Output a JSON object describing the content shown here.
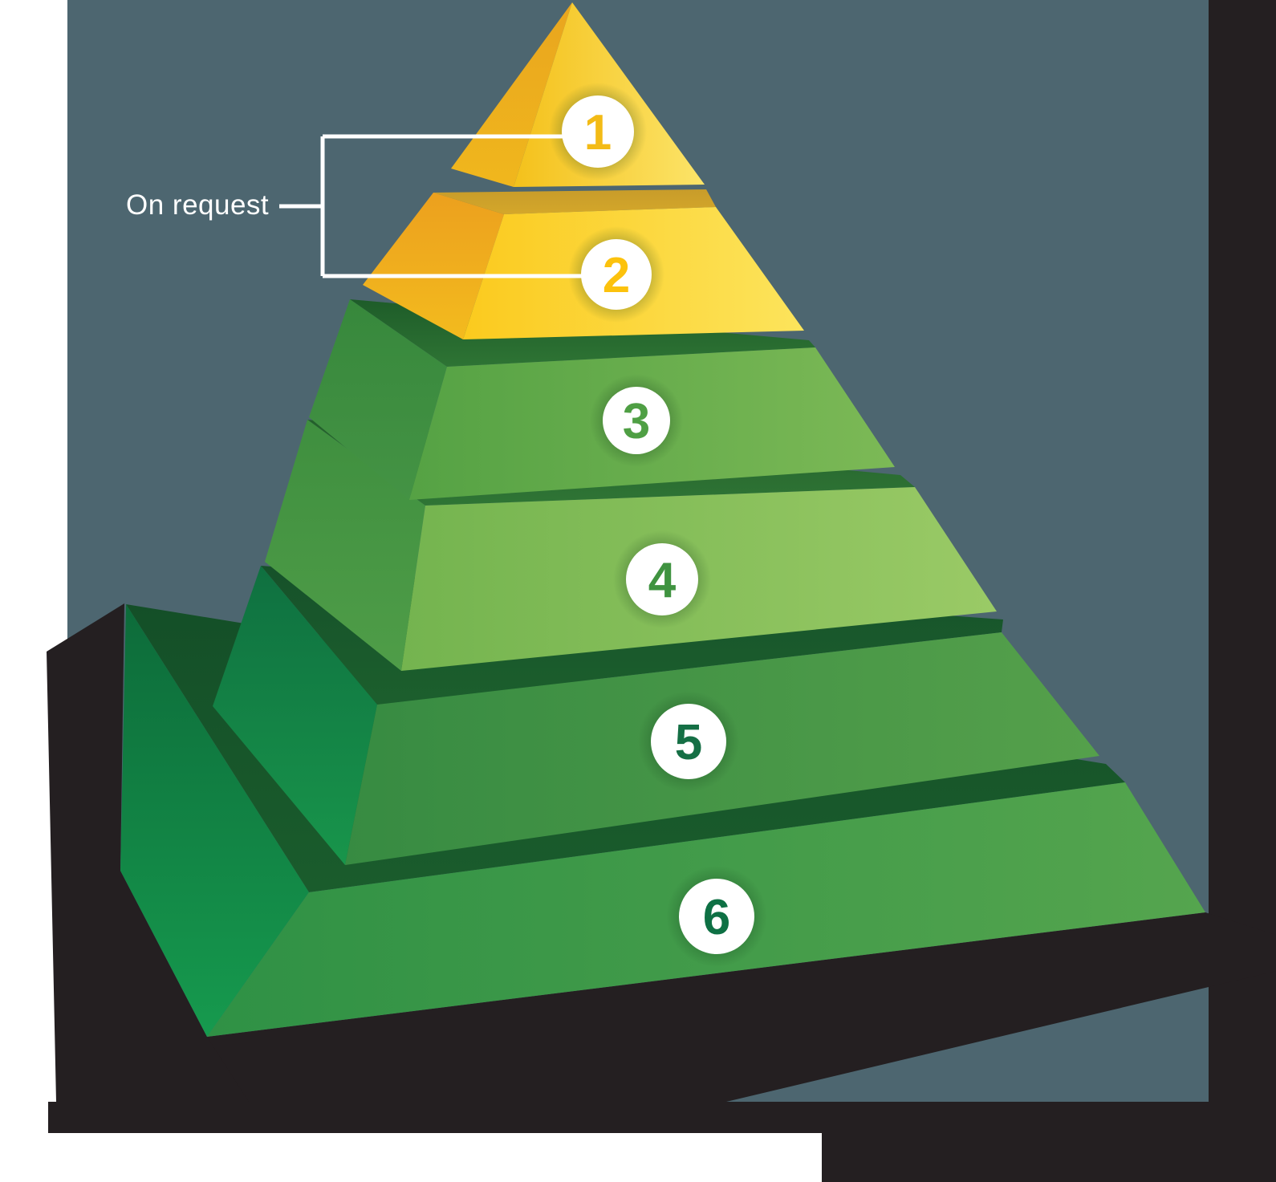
{
  "annotation": {
    "label": "On request",
    "text_color": "#ffffff",
    "line_color": "#ffffff",
    "targets": [
      "1",
      "2"
    ]
  },
  "background": {
    "page": "#ffffff",
    "panel": "#4d6670",
    "shadow": "#241f21",
    "badge_fill": "#ffffff"
  },
  "levels": [
    {
      "number": "1",
      "number_color": "#f3bb16",
      "front": [
        "#f4c11b",
        "#fce469"
      ],
      "left": [
        "#e9a51e",
        "#f0b71d"
      ],
      "band": null
    },
    {
      "number": "2",
      "number_color": "#fcc20d",
      "front": [
        "#fbca1e",
        "#fce45c"
      ],
      "left": [
        "#eca01e",
        "#f3bb1e"
      ],
      "band": [
        "#c89c2a",
        "#d4a72a"
      ]
    },
    {
      "number": "3",
      "number_color": "#4f9f44",
      "front": [
        "#55a244",
        "#7cb956"
      ],
      "left": [
        "#37883c",
        "#449344"
      ],
      "band": [
        "#1e5c29",
        "#2e7434"
      ]
    },
    {
      "number": "4",
      "number_color": "#3f9340",
      "front": [
        "#74b44f",
        "#9aca66"
      ],
      "left": [
        "#3f8f3f",
        "#4f9d48"
      ],
      "band": [
        "#235f2b",
        "#2f7535"
      ]
    },
    {
      "number": "5",
      "number_color": "#156f45",
      "front": [
        "#378b42",
        "#55a04b"
      ],
      "left": [
        "#0f7040",
        "#18954b"
      ],
      "band": [
        "#16512a",
        "#1c5f2d"
      ]
    },
    {
      "number": "6",
      "number_color": "#0e7044",
      "front": [
        "#2f9145",
        "#55a54e"
      ],
      "left": [
        "#0d6b3a",
        "#169a4e"
      ],
      "band": [
        "#144f28",
        "#1a5c2c"
      ]
    }
  ]
}
